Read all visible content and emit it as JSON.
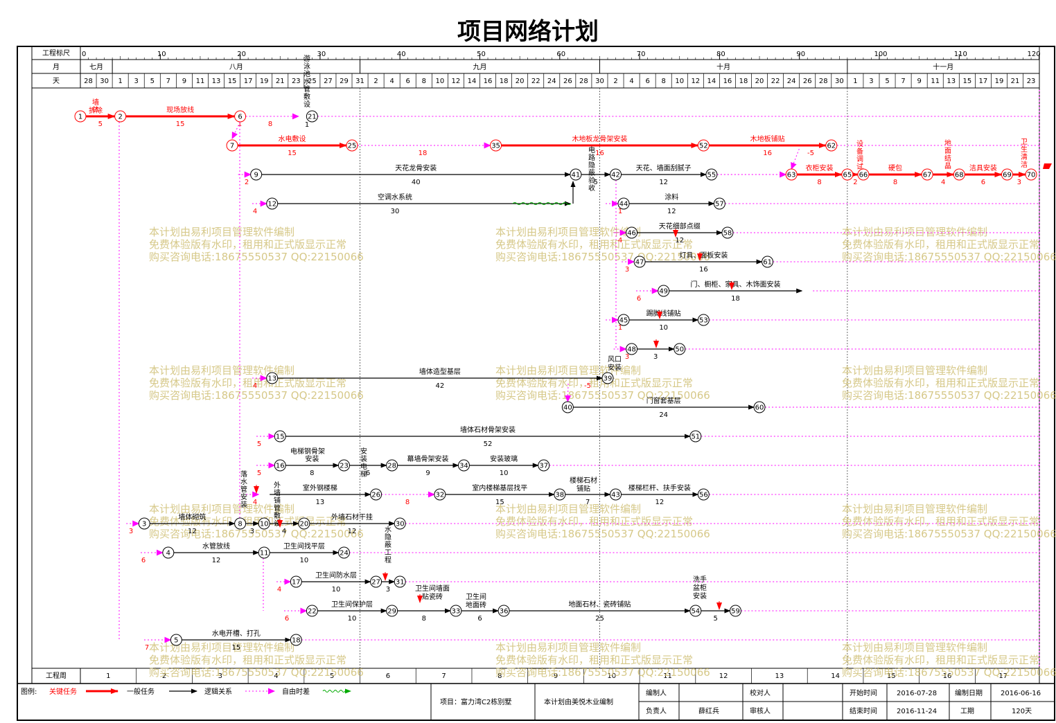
{
  "title": "项目网络计划",
  "scale": {
    "label_scale": "工程标尺",
    "label_month": "月",
    "label_day": "天",
    "label_week": "工程周",
    "scale_ticks": [
      "0",
      "10",
      "20",
      "30",
      "40",
      "50",
      "60",
      "70",
      "80",
      "90",
      "100",
      "110",
      "120"
    ],
    "months": [
      "七月",
      "八月",
      "九月",
      "十月",
      "十一月"
    ],
    "days": [
      "28",
      "30",
      "1",
      "3",
      "5",
      "7",
      "9",
      "11",
      "13",
      "15",
      "17",
      "19",
      "21",
      "23",
      "25",
      "27",
      "29",
      "31",
      "2",
      "4",
      "6",
      "8",
      "10",
      "12",
      "14",
      "16",
      "18",
      "20",
      "22",
      "24",
      "26",
      "28",
      "30",
      "2",
      "4",
      "6",
      "8",
      "10",
      "12",
      "14",
      "16",
      "18",
      "20",
      "22",
      "24",
      "26",
      "28",
      "30",
      "1",
      "3",
      "5",
      "7",
      "9",
      "11",
      "13",
      "15",
      "17",
      "19",
      "21",
      "23"
    ],
    "weeks": [
      "1",
      "2",
      "3",
      "4",
      "5",
      "6",
      "7",
      "8",
      "9",
      "10",
      "11",
      "12",
      "13",
      "14",
      "15",
      "16",
      "17"
    ]
  },
  "colors": {
    "critical": "#ff0000",
    "normal": "#000000",
    "logic": "#ff00ff",
    "float": "#00aa00",
    "watermark": "#c8b560",
    "grid": "#c8c8c8"
  },
  "network": {
    "events": [
      "1",
      "2",
      "3",
      "4",
      "5",
      "6",
      "7",
      "8",
      "9",
      "10",
      "11",
      "12",
      "13",
      "15",
      "16",
      "17",
      "18",
      "20",
      "21",
      "22",
      "23",
      "24",
      "25",
      "26",
      "27",
      "28",
      "29",
      "30",
      "31",
      "32",
      "33",
      "34",
      "35",
      "36",
      "37",
      "38",
      "39",
      "40",
      "41",
      "42",
      "43",
      "44",
      "45",
      "46",
      "47",
      "48",
      "49",
      "50",
      "51",
      "52",
      "53",
      "54",
      "55",
      "56",
      "57",
      "58",
      "59",
      "60",
      "61",
      "62",
      "63",
      "65",
      "66",
      "67",
      "68",
      "69",
      "70"
    ],
    "critical_tasks": [
      {
        "name": "墙体拆除",
        "duration": "5"
      },
      {
        "name": "现场放线",
        "duration": "15"
      },
      {
        "name": "水电敷设",
        "duration": "15"
      },
      {
        "name": "木地板龙骨架安装",
        "duration": "16"
      },
      {
        "name": "木地板铺贴",
        "duration": "16"
      },
      {
        "name": "衣柜安装",
        "duration": "8"
      },
      {
        "name": "设备调试",
        "duration": "2"
      },
      {
        "name": "硬包",
        "duration": "8"
      },
      {
        "name": "地面结晶",
        "duration": "4"
      },
      {
        "name": "洁具安装",
        "duration": "6"
      },
      {
        "name": "卫生清洁",
        "duration": "3"
      }
    ],
    "normal_tasks": [
      {
        "name": "游泳池水管敷设",
        "duration": "1"
      },
      {
        "name": "天花龙骨安装",
        "duration": "40"
      },
      {
        "name": "空调水系统",
        "duration": "30"
      },
      {
        "name": "电路隐蔽验收",
        "duration": "5"
      },
      {
        "name": "天花、墙面刮腻子",
        "duration": "12"
      },
      {
        "name": "涂料",
        "duration": "12"
      },
      {
        "name": "天花细部点缀",
        "duration": "12"
      },
      {
        "name": "灯具、面板安装",
        "duration": "16"
      },
      {
        "name": "门、橱柜、家具、木饰面安装",
        "duration": "18"
      },
      {
        "name": "踢脚线铺贴",
        "duration": "10"
      },
      {
        "name": "墙体造型基层",
        "duration": "42"
      },
      {
        "name": "风口安装",
        "duration": "-5"
      },
      {
        "name": "门窗套基层",
        "duration": "24"
      },
      {
        "name": "墙体石材骨架安装",
        "duration": "52"
      },
      {
        "name": "电梯钢骨架安装",
        "duration": "8"
      },
      {
        "name": "安装电梯",
        "duration": "6"
      },
      {
        "name": "幕墙骨架安装",
        "duration": "9"
      },
      {
        "name": "安装玻璃",
        "duration": "10"
      },
      {
        "name": "落水管安装",
        "duration": "3"
      },
      {
        "name": "外墙铺管敷设",
        "duration": "4"
      },
      {
        "name": "室外钢楼梯",
        "duration": "13"
      },
      {
        "name": "室内楼梯基层找平",
        "duration": "15"
      },
      {
        "name": "楼梯石材铺贴",
        "duration": "7"
      },
      {
        "name": "楼梯栏杆、扶手安装",
        "duration": "12"
      },
      {
        "name": "墙体砌筑",
        "duration": "12"
      },
      {
        "name": "外墙石材干挂",
        "duration": "12"
      },
      {
        "name": "水管放线",
        "duration": "12"
      },
      {
        "name": "卫生间找平层",
        "duration": "10"
      },
      {
        "name": "卫生间防水层",
        "duration": "10"
      },
      {
        "name": "水隐蔽工程",
        "duration": "3"
      },
      {
        "name": "卫生间墙面贴瓷砖",
        "duration": "8"
      },
      {
        "name": "卫生间保护层",
        "duration": "10"
      },
      {
        "name": "卫生间地面砖",
        "duration": "6"
      },
      {
        "name": "地面石材、瓷砖铺贴",
        "duration": "25"
      },
      {
        "name": "洗手盆柜安装",
        "duration": "5"
      },
      {
        "name": "水电开槽、打孔",
        "duration": "15"
      }
    ],
    "lag_labels": [
      "8",
      "18",
      "-5",
      "2",
      "4",
      "3",
      "6",
      "3",
      "4",
      "5",
      "5",
      "4",
      "8",
      "3",
      "6",
      "4",
      "6",
      "7",
      "1",
      "1",
      "2"
    ]
  },
  "watermark": {
    "line1": "本计划由易利项目管理软件编制",
    "line2": "免费体验版有水印，租用和正式版显示正常",
    "line3": "购买咨询电话:18675550537 QQ:22150066"
  },
  "legend": {
    "prefix": "图例:",
    "critical": "关键任务",
    "normal": "一般任务",
    "logic": "逻辑关系",
    "float": "自由时差"
  },
  "info": {
    "project": "项目：富力湾C2栋别墅",
    "made_by": "本计划由美悦木业编制",
    "editor_label": "编制人",
    "editor": "",
    "checker_label": "校对人",
    "checker": "",
    "owner_label": "负责人",
    "owner": "薛红兵",
    "reviewer_label": "审核人",
    "reviewer": "",
    "start_label": "开始时间",
    "start": "2016-07-28",
    "end_label": "结束时间",
    "end": "2016-11-24",
    "date_label": "编制日期",
    "date": "2016-06-16",
    "period_label": "工期",
    "period": "120天"
  }
}
